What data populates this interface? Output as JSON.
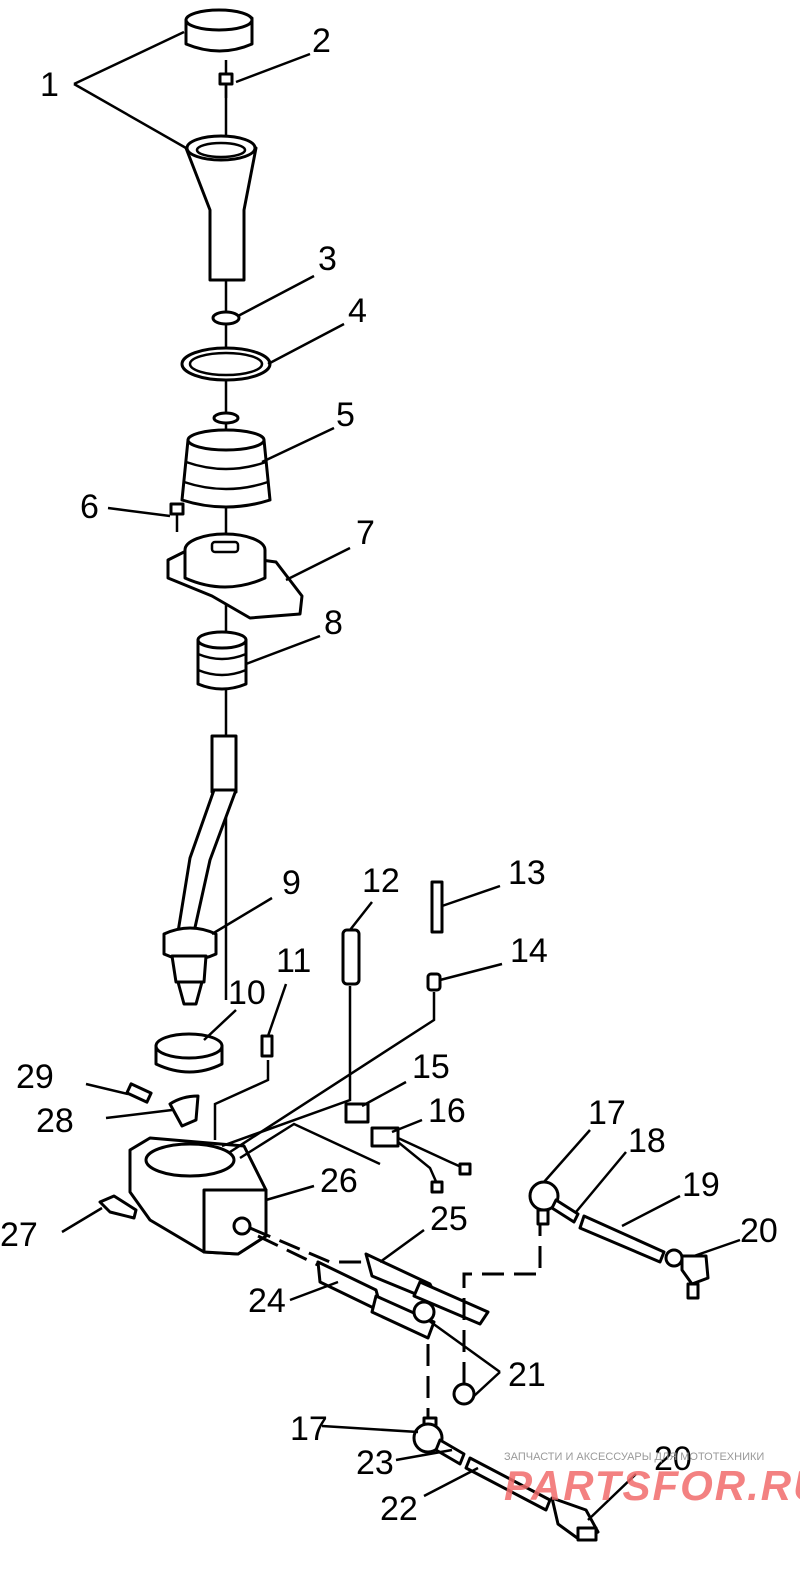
{
  "callouts": [
    "1",
    "2",
    "3",
    "4",
    "5",
    "6",
    "7",
    "8",
    "9",
    "10",
    "11",
    "12",
    "13",
    "14",
    "15",
    "16",
    "17",
    "18",
    "19",
    "20",
    "21",
    "22",
    "23",
    "24",
    "25",
    "26",
    "27",
    "28",
    "29",
    "17",
    "20"
  ],
  "watermark": {
    "caption": "ЗАПЧАСТИ И АКСЕССУАРЫ ДЛЯ МОТОТЕХНИКИ",
    "brand": "PARTSFOR.RU"
  }
}
